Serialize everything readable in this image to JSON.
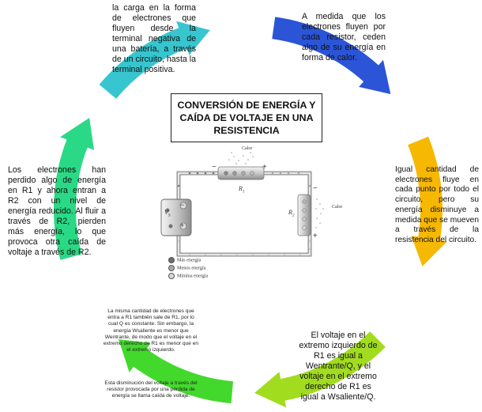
{
  "title": "CONVERSIÓN DE ENERGÍA Y CAÍDA DE VOLTAJE EN UNA RESISTENCIA",
  "top_text": "la carga en la forma de electrones que fluyen desde la terminal negativa de una batería, a través de un circuito, hasta la terminal positiva.",
  "top_right_text": "A medida que los electrones fluyen por cada resistor, ceden algo de su energía en forma de calor.",
  "right_text": "Igual cantidad de electrones fluye en cada punto por todo el circuito, pero su energía disminuye a medida que se mueven a través de la resistencia del circuito.",
  "bottom_right_text": "El voltaje en el extremo izquierdo de R1 es igual a Wentrante/Q, y el voltaje en el extremo derecho de R1 es igual a Wsaliente/Q.",
  "bottom_left_text_1": "La misma cantidad de electrones que entra a R1 también sale de R1, por lo cual Q es constante. Sin embargo, la energía Wsaliente es menor que Wentrante, de modo que el voltaje en el extremo derecho de R1 es menor que en el extremo izquierdo.",
  "bottom_left_text_2": "Esta disminución del voltaje a través del resistor provocada por una pérdida de energía se llama caída de voltaje.",
  "left_text": "Los electrones han perdido algo de energía en R1 y ahora entran a R2 con un nivel de energía reducido. Al fluir a través de R2, pierden más energía, lo que provoca otra caída de voltaje a través de R2.",
  "circuit": {
    "heat_label_1": "Calor",
    "heat_label_2": "Calor",
    "r1_label": "R",
    "r1_sub": "1",
    "r2_label": "R",
    "r2_sub": "2",
    "vs_label": "V",
    "vs_sub": "S",
    "minus": "−",
    "plus": "+"
  },
  "legend": [
    {
      "label": "Más energía",
      "color": "#6e6e6e"
    },
    {
      "label": "Menos energía",
      "color": "#a8a8a8"
    },
    {
      "label": "Mínima energía",
      "color": "#d9d9d9"
    }
  ],
  "colors": {
    "arrow_top": "#2b55d6",
    "arrow_right": "#f6b800",
    "arrow_bottom_right": "#a2dc1e",
    "arrow_bottom": "#43d92c",
    "arrow_left": "#2ad985",
    "arrow_top_left": "#37c6cf"
  }
}
